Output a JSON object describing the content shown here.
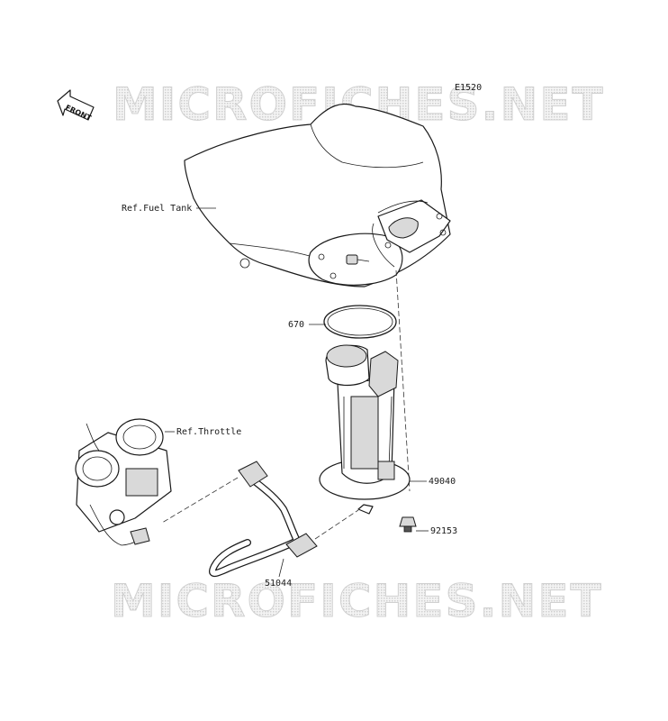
{
  "diagram": {
    "code": "E1520",
    "front_arrow_label": "FRONT",
    "watermark_top": "MICROFICHES.NET",
    "watermark_bottom": "MICROFICHES.NET",
    "callouts": {
      "ref_fuel_tank": "Ref.Fuel Tank",
      "ref_throttle": "Ref.Throttle",
      "part_670": "670",
      "part_49040": "49040",
      "part_92153": "92153",
      "part_51044": "51044"
    }
  }
}
